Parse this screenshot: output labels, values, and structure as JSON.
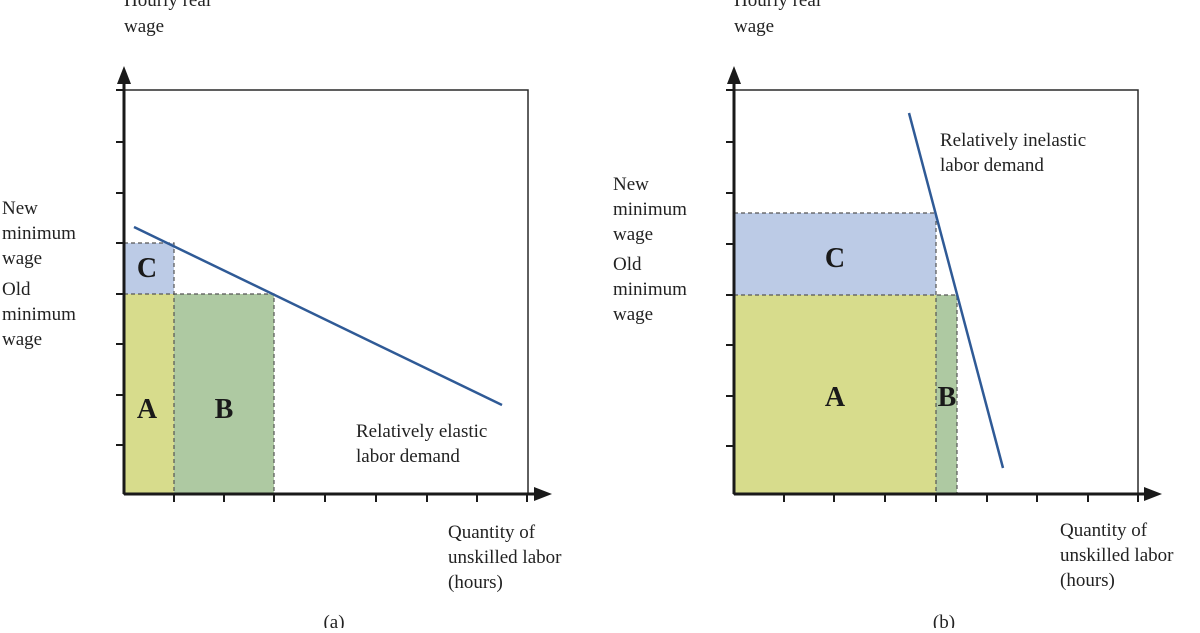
{
  "colors": {
    "region_a": "#d7dc8c",
    "region_b": "#aec9a2",
    "region_c": "#bccbe6",
    "demand_line": "#2f5a96",
    "axis": "#1a1a1a",
    "dash": "#555555"
  },
  "left_panel": {
    "y_axis_label": [
      "Hourly real",
      "wage"
    ],
    "x_axis_label": [
      "Quantity of",
      "unskilled labor",
      "(hours)"
    ],
    "new_min_label": [
      "New",
      "minimum",
      "wage"
    ],
    "old_min_label": [
      "Old",
      "minimum",
      "wage"
    ],
    "demand_label": [
      "Relatively elastic",
      "labor demand"
    ],
    "region_a": "A",
    "region_b": "B",
    "region_c": "C",
    "caption": "(a)"
  },
  "right_panel": {
    "y_axis_label": [
      "Hourly real",
      "wage"
    ],
    "x_axis_label": [
      "Quantity of",
      "unskilled labor",
      "(hours)"
    ],
    "new_min_label": [
      "New",
      "minimum",
      "wage"
    ],
    "old_min_label": [
      "Old",
      "minimum",
      "wage"
    ],
    "demand_label": [
      "Relatively inelastic",
      "labor demand"
    ],
    "region_a": "A",
    "region_b": "B",
    "region_c": "C",
    "caption": "(b)"
  }
}
